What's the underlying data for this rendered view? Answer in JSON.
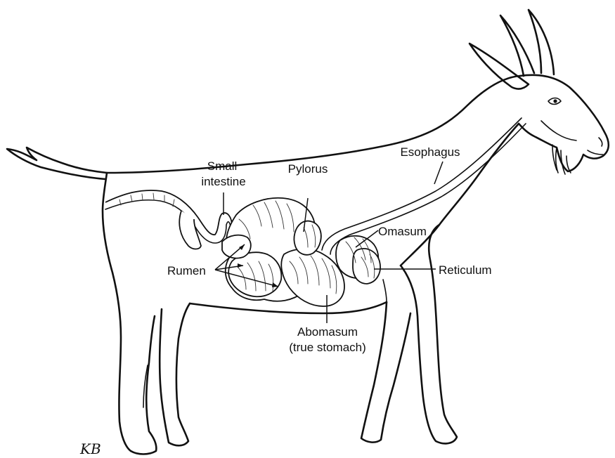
{
  "labels": {
    "small_intestine_1": "Small",
    "small_intestine_2": "intestine",
    "pylorus": "Pylorus",
    "esophagus": "Esophagus",
    "omasum": "Omasum",
    "rumen": "Rumen",
    "reticulum": "Reticulum",
    "abomasum_1": "Abomasum",
    "abomasum_2": "(true stomach)"
  },
  "signature": "KB"
}
